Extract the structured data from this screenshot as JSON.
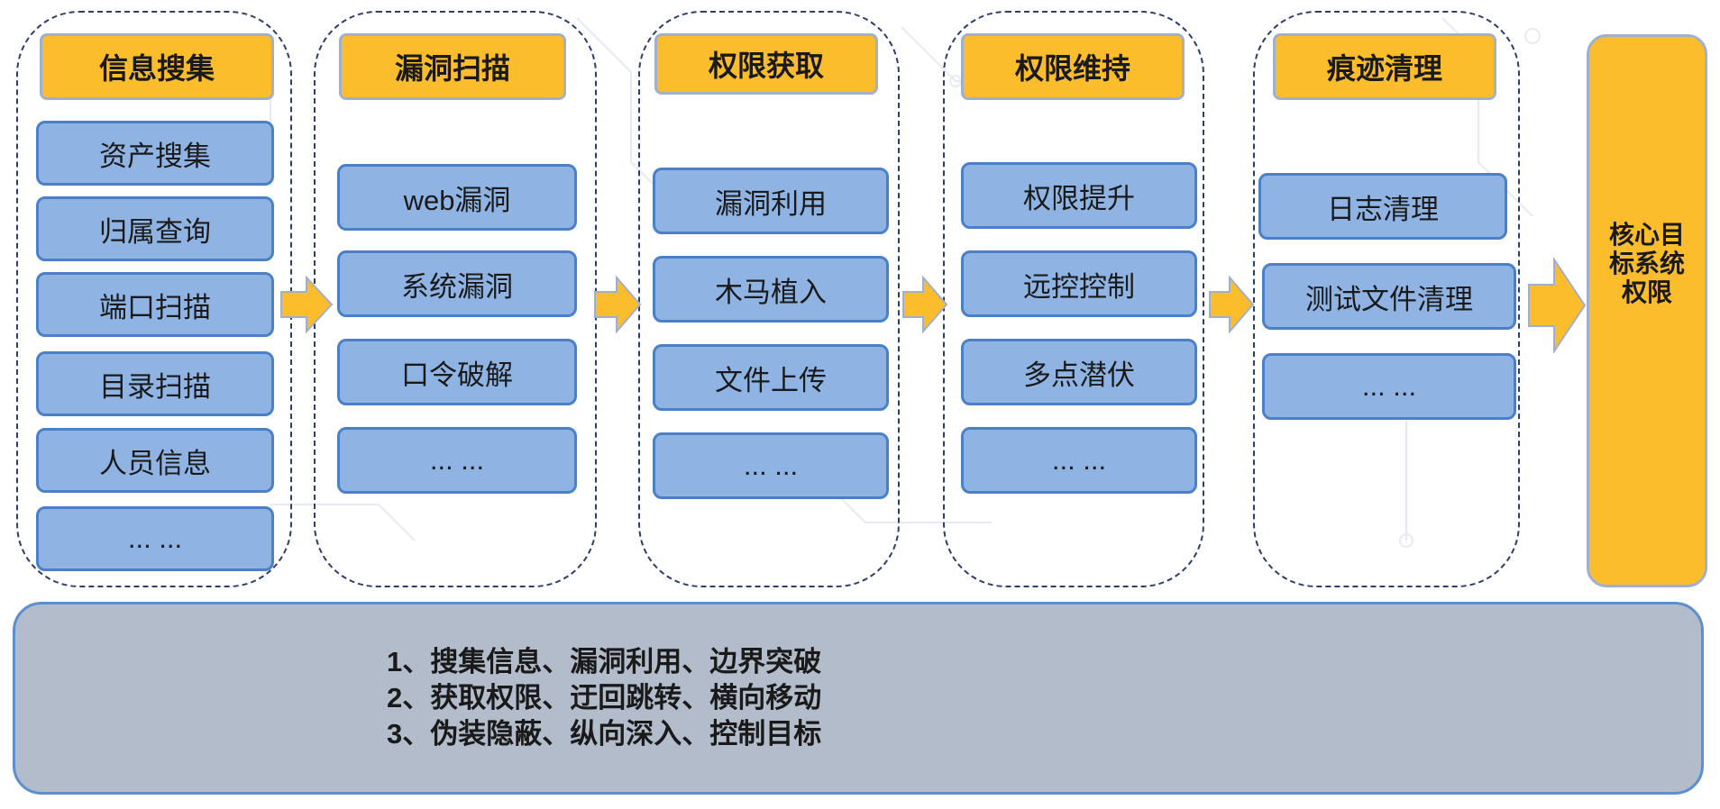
{
  "stages": [
    {
      "title": "信息搜集",
      "items": [
        "资产搜集",
        "归属查询",
        "端口扫描",
        "目录扫描",
        "人员信息",
        "... ..."
      ]
    },
    {
      "title": "漏洞扫描",
      "items": [
        "web漏洞",
        "系统漏洞",
        "口令破解",
        "... ..."
      ]
    },
    {
      "title": "权限获取",
      "items": [
        "漏洞利用",
        "木马植入",
        "文件上传",
        "... ..."
      ]
    },
    {
      "title": "权限维持",
      "items": [
        "权限提升",
        "远控控制",
        "多点潜伏",
        "... ..."
      ]
    },
    {
      "title": "痕迹清理",
      "items": [
        "日志清理",
        "测试文件清理",
        "... ..."
      ]
    }
  ],
  "target": {
    "lines": [
      "核心目",
      "标系统",
      "权限"
    ]
  },
  "summary": {
    "lines": [
      "1、搜集信息、漏洞利用、边界突破",
      "2、获取权限、迂回跳转、横向移动",
      "3、伪装隐蔽、纵向深入、控制目标"
    ]
  },
  "colors": {
    "header_fill": "#fbbd2c",
    "item_fill": "#8fb4e3",
    "item_border": "#4a80c8",
    "summary_fill": "#b3bccb",
    "dashed_border": "#2c3e6b",
    "arrow_fill": "#fbbd2c"
  }
}
